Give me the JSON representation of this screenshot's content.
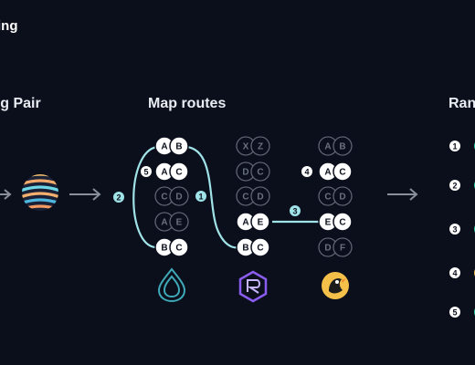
{
  "header": {
    "title": "ting"
  },
  "columns": {
    "left_heading": "ing Pair",
    "mid_heading": "Map routes",
    "right_heading": "Ran"
  },
  "route_steps": [
    "1",
    "2",
    "3",
    "4",
    "5"
  ],
  "ranking_numbers": [
    "1",
    "2",
    "3",
    "4",
    "5"
  ],
  "pools": {
    "pool1": [
      {
        "a": "A",
        "b": "B",
        "active": true
      },
      {
        "a": "A",
        "b": "C",
        "active": true
      },
      {
        "a": "C",
        "b": "D",
        "active": false
      },
      {
        "a": "A",
        "b": "E",
        "active": false
      },
      {
        "a": "B",
        "b": "C",
        "active": true
      }
    ],
    "pool2": [
      {
        "a": "X",
        "b": "Z",
        "active": false
      },
      {
        "a": "D",
        "b": "C",
        "active": false
      },
      {
        "a": "C",
        "b": "D",
        "active": false
      },
      {
        "a": "A",
        "b": "E",
        "active": true
      },
      {
        "a": "B",
        "b": "C",
        "active": true
      }
    ],
    "pool3": [
      {
        "a": "A",
        "b": "B",
        "active": false
      },
      {
        "a": "A",
        "b": "C",
        "active": true
      },
      {
        "a": "C",
        "b": "D",
        "active": false
      },
      {
        "a": "E",
        "b": "C",
        "active": true
      },
      {
        "a": "D",
        "b": "F",
        "active": false
      }
    ]
  },
  "colors": {
    "background": "#0b0f1c",
    "route_line": "#9fe3e8",
    "pool_active": "#ffffff",
    "pool_inactive": "#5f6473",
    "arrow": "#8a8f9c"
  },
  "icons": [
    "droplet-logo-icon",
    "r-logo-icon",
    "bird-logo-icon",
    "striped-orb-icon"
  ]
}
